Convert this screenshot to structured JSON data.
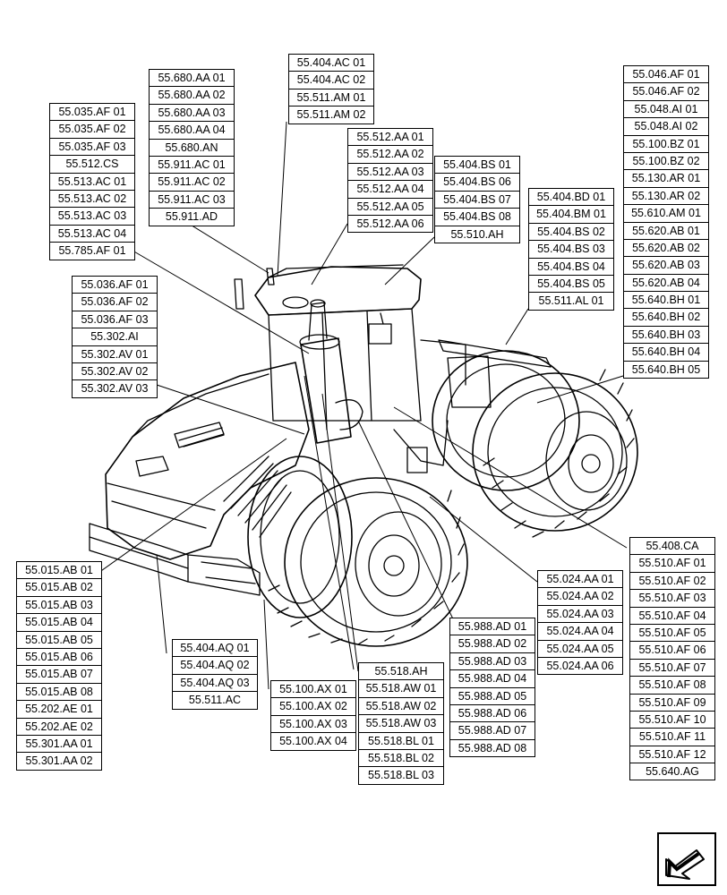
{
  "diagram": {
    "groups": [
      {
        "id": "g-55035",
        "codes": [
          "55.035.AF 01",
          "55.035.AF 02",
          "55.035.AF 03",
          "55.512.CS",
          "55.513.AC 01",
          "55.513.AC 02",
          "55.513.AC 03",
          "55.513.AC 04",
          "55.785.AF 01"
        ]
      },
      {
        "id": "g-55680",
        "codes": [
          "55.680.AA 01",
          "55.680.AA 02",
          "55.680.AA 03",
          "55.680.AA 04",
          "55.680.AN",
          "55.911.AC 01",
          "55.911.AC 02",
          "55.911.AC 03",
          "55.911.AD"
        ]
      },
      {
        "id": "g-55404ac",
        "codes": [
          "55.404.AC 01",
          "55.404.AC 02",
          "55.511.AM 01",
          "55.511.AM 02"
        ]
      },
      {
        "id": "g-55512",
        "codes": [
          "55.512.AA 01",
          "55.512.AA 02",
          "55.512.AA 03",
          "55.512.AA 04",
          "55.512.AA 05",
          "55.512.AA 06"
        ]
      },
      {
        "id": "g-55404bs",
        "codes": [
          "55.404.BS 01",
          "55.404.BS 06",
          "55.404.BS 07",
          "55.404.BS 08",
          "55.510.AH"
        ]
      },
      {
        "id": "g-55404bd",
        "codes": [
          "55.404.BD 01",
          "55.404.BM 01",
          "55.404.BS 02",
          "55.404.BS 03",
          "55.404.BS 04",
          "55.404.BS 05",
          "55.511.AL 01"
        ]
      },
      {
        "id": "g-55046",
        "codes": [
          "55.046.AF 01",
          "55.046.AF 02",
          "55.048.AI 01",
          "55.048.AI 02",
          "55.100.BZ 01",
          "55.100.BZ 02",
          "55.130.AR 01",
          "55.130.AR 02",
          "55.610.AM 01",
          "55.620.AB 01",
          "55.620.AB 02",
          "55.620.AB 03",
          "55.620.AB 04",
          "55.640.BH 01",
          "55.640.BH 02",
          "55.640.BH 03",
          "55.640.BH 04",
          "55.640.BH 05"
        ]
      },
      {
        "id": "g-55036",
        "codes": [
          "55.036.AF 01",
          "55.036.AF 02",
          "55.036.AF 03",
          "55.302.AI",
          "55.302.AV 01",
          "55.302.AV 02",
          "55.302.AV 03"
        ]
      },
      {
        "id": "g-55408",
        "codes": [
          "55.408.CA",
          "55.510.AF 01",
          "55.510.AF 02",
          "55.510.AF 03",
          "55.510.AF 04",
          "55.510.AF 05",
          "55.510.AF 06",
          "55.510.AF 07",
          "55.510.AF 08",
          "55.510.AF 09",
          "55.510.AF 10",
          "55.510.AF 11",
          "55.510.AF 12",
          "55.640.AG"
        ]
      },
      {
        "id": "g-55024",
        "codes": [
          "55.024.AA 01",
          "55.024.AA 02",
          "55.024.AA 03",
          "55.024.AA 04",
          "55.024.AA 05",
          "55.024.AA 06"
        ]
      },
      {
        "id": "g-55988",
        "codes": [
          "55.988.AD 01",
          "55.988.AD 02",
          "55.988.AD 03",
          "55.988.AD 04",
          "55.988.AD 05",
          "55.988.AD 06",
          "55.988.AD 07",
          "55.988.AD 08"
        ]
      },
      {
        "id": "g-55518",
        "codes": [
          "55.518.AH",
          "55.518.AW 01",
          "55.518.AW 02",
          "55.518.AW 03",
          "55.518.BL 01",
          "55.518.BL 02",
          "55.518.BL 03"
        ]
      },
      {
        "id": "g-55100ax",
        "codes": [
          "55.100.AX 01",
          "55.100.AX 02",
          "55.100.AX 03",
          "55.100.AX 04"
        ]
      },
      {
        "id": "g-55404aq",
        "codes": [
          "55.404.AQ 01",
          "55.404.AQ 02",
          "55.404.AQ 03",
          "55.511.AC"
        ]
      },
      {
        "id": "g-55015",
        "codes": [
          "55.015.AB 01",
          "55.015.AB 02",
          "55.015.AB 03",
          "55.015.AB 04",
          "55.015.AB 05",
          "55.015.AB 06",
          "55.015.AB 07",
          "55.015.AB 08",
          "55.202.AE 01",
          "55.202.AE 02",
          "55.301.AA 01",
          "55.301.AA 02"
        ]
      }
    ],
    "colors": {
      "line": "#000000",
      "background": "#ffffff"
    },
    "icons": {
      "illustration": "tractor-illustration-icon",
      "navigation": "next-page-arrow-icon"
    }
  }
}
